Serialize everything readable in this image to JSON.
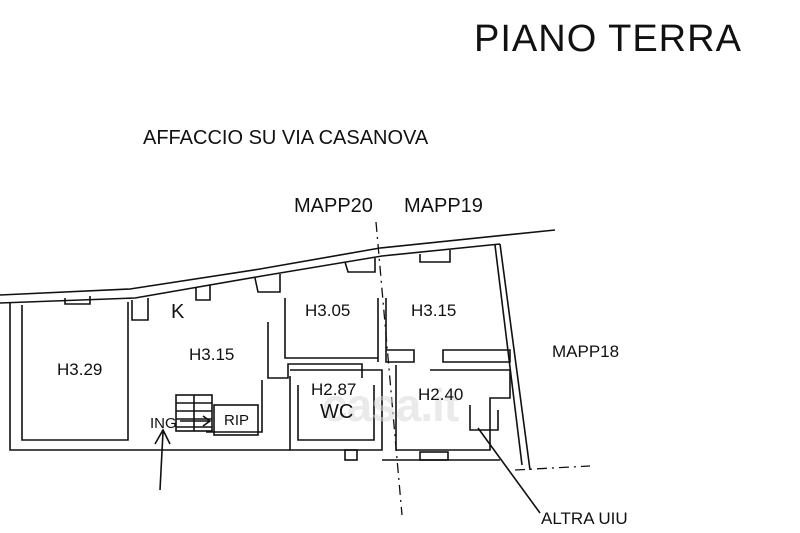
{
  "title": "PIANO TERRA",
  "street_label": "AFFACCIO SU VIA CASANOVA",
  "parcels": {
    "mapp20": "MAPP20",
    "mapp19": "MAPP19",
    "mapp18": "MAPP18"
  },
  "rooms": {
    "room_left_height": "H3.29",
    "kitchen_label": "K",
    "kitchen_height": "H3.15",
    "room_mid_height": "H3.05",
    "room_right_height": "H3.15",
    "wc_height": "H2.87",
    "wc_label": "WC",
    "room_se_height": "H2.40",
    "entrance": "ING",
    "storage": "RIP"
  },
  "other_unit": "ALTRA UIU",
  "watermark": "casa.it"
}
